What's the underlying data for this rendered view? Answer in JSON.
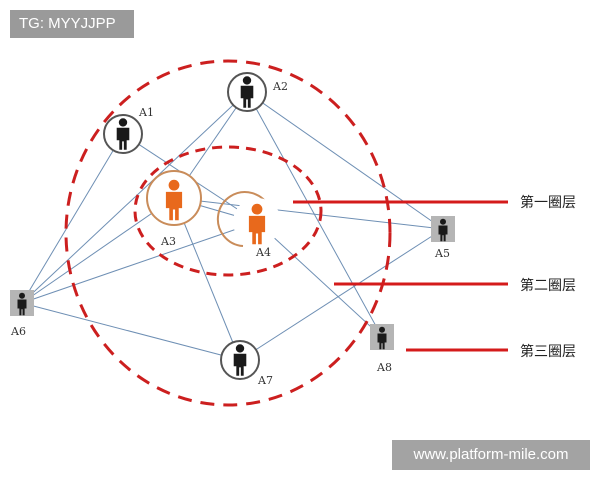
{
  "watermarks": {
    "top": "TG: MYYJJPP",
    "bottom": "www.platform-mile.com"
  },
  "colors": {
    "ring": "#cc1f1f",
    "link": "#6e8fb4",
    "person_dark": "#1a1a1a",
    "person_orange": "#e8691c",
    "node_box": "#b5b5b5",
    "indicator": "#d41b1b"
  },
  "nodes": [
    {
      "id": "A1",
      "label": "A1",
      "style": "dark-circle"
    },
    {
      "id": "A2",
      "label": "A2",
      "style": "dark-circle"
    },
    {
      "id": "A3",
      "label": "A3",
      "style": "orange-circle"
    },
    {
      "id": "A4",
      "label": "A4",
      "style": "orange-circle"
    },
    {
      "id": "A5",
      "label": "A5",
      "style": "grey-box"
    },
    {
      "id": "A6",
      "label": "A6",
      "style": "grey-box"
    },
    {
      "id": "A7",
      "label": "A7",
      "style": "dark-circle"
    },
    {
      "id": "A8",
      "label": "A8",
      "style": "grey-box"
    }
  ],
  "edges": [
    [
      "A6",
      "A1"
    ],
    [
      "A6",
      "A2"
    ],
    [
      "A6",
      "A3"
    ],
    [
      "A6",
      "A4"
    ],
    [
      "A6",
      "A7"
    ],
    [
      "A1",
      "A4"
    ],
    [
      "A2",
      "A3"
    ],
    [
      "A2",
      "A5"
    ],
    [
      "A2",
      "A8"
    ],
    [
      "A3",
      "A4"
    ],
    [
      "A3",
      "A7"
    ],
    [
      "A3",
      "A5"
    ],
    [
      "A4",
      "A8"
    ],
    [
      "A7",
      "A5"
    ]
  ],
  "layers": [
    {
      "label": "第一圈层"
    },
    {
      "label": "第二圈层"
    },
    {
      "label": "第三圈层"
    }
  ]
}
